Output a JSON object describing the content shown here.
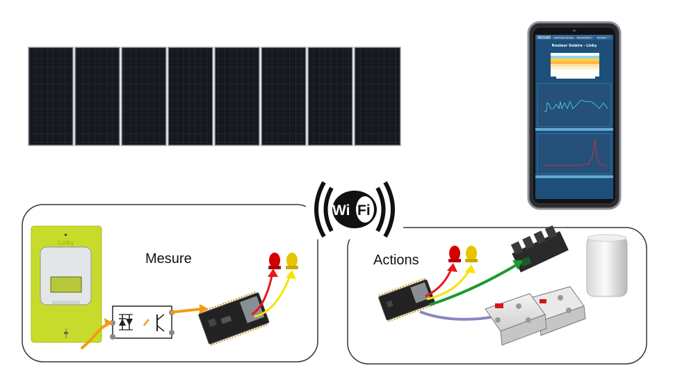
{
  "labels": {
    "measure": "Mesure",
    "actions": "Actions"
  },
  "wifi": {
    "left": "Wi",
    "right": "Fi"
  },
  "meter": {
    "brand": "Linky"
  },
  "phone": {
    "tabs": [
      "Accueil",
      "Données brutes",
      "Paramètres",
      "Actions"
    ],
    "title": "Routeur Solaire - Linky"
  },
  "colors": {
    "meter_green": "#c7dc2a",
    "wire_orange": "#f39c12",
    "wire_red": "#e8161b",
    "wire_yellow": "#f5e400",
    "wire_green": "#1a9a2e",
    "wire_purple": "#8a86c0",
    "led_red": "#d40000",
    "led_yellow": "#e8c400",
    "panel_dark": "#14181d",
    "phone_bg": "#1d4f7a"
  },
  "icons": [
    "solar-panel",
    "smartphone",
    "wifi-logo",
    "linky-meter",
    "optocoupler",
    "esp32-board",
    "led",
    "triac-board",
    "solid-state-relay",
    "water-heater"
  ]
}
